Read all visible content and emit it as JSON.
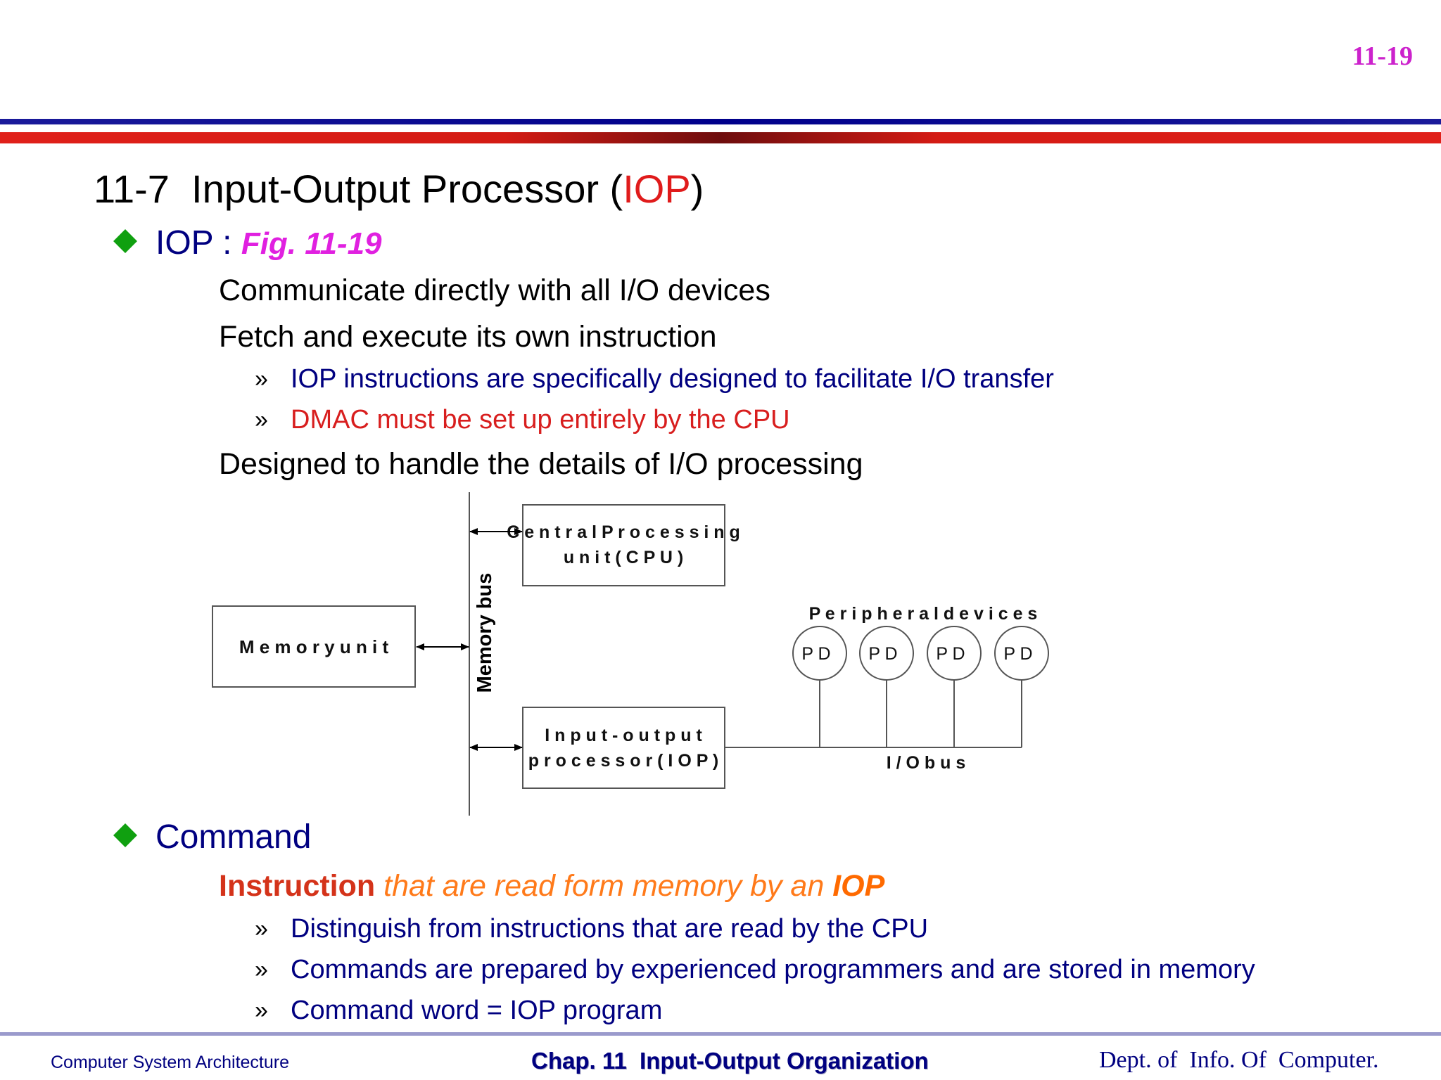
{
  "header": {
    "page_number": "11-19"
  },
  "title": {
    "prefix": "11-7  Input-Output Processor (",
    "highlight": "IOP",
    "suffix": ")"
  },
  "section1": {
    "label": "IOP : ",
    "fig_ref": "Fig. 11-19",
    "points": [
      "Communicate directly with all I/O devices",
      "Fetch and execute its own instruction"
    ],
    "subpoints": [
      "IOP instructions are specifically designed to facilitate I/O transfer",
      "DMAC must be set up entirely by the CPU"
    ],
    "last_point": "Designed to handle the details of I/O processing"
  },
  "diagram": {
    "memory_unit": "M e m o r y   u n i t",
    "memory_bus": "Memory bus",
    "cpu_line1": "C e n t r a l  P r o c e s s i n g",
    "cpu_line2": "u n i t  ( C P U )",
    "iop_line1": "I n p u t -  o u t p u t",
    "iop_line2": "p r o c e s s o r  ( I O  P )",
    "peripheral_label": "P e r i p h e r a l  d e v i c e s",
    "pd_labels": [
      "P D",
      "P D",
      "P D",
      "P D"
    ],
    "io_bus": "I / O   b u s"
  },
  "section2": {
    "label": "Command",
    "instr_bold": "Instruction",
    "instr_italic": " that are read form memory by an ",
    "instr_bold_italic": "IOP",
    "subpoints": [
      "Distinguish from instructions that are read by the CPU",
      "Commands are prepared by experienced programmers and are stored in memory",
      "Command word = IOP program"
    ]
  },
  "footer": {
    "left": "Computer System Architecture",
    "middle": "Chap. 11  Input-Output Organization",
    "right": "Dept. of  Info. Of  Computer."
  },
  "bullet_symbol": "»",
  "colors": {
    "diamond": "#10a010",
    "navy": "#000080",
    "red": "#d81e1e",
    "magenta": "#e020e0",
    "orange": "#ff7a1a"
  }
}
